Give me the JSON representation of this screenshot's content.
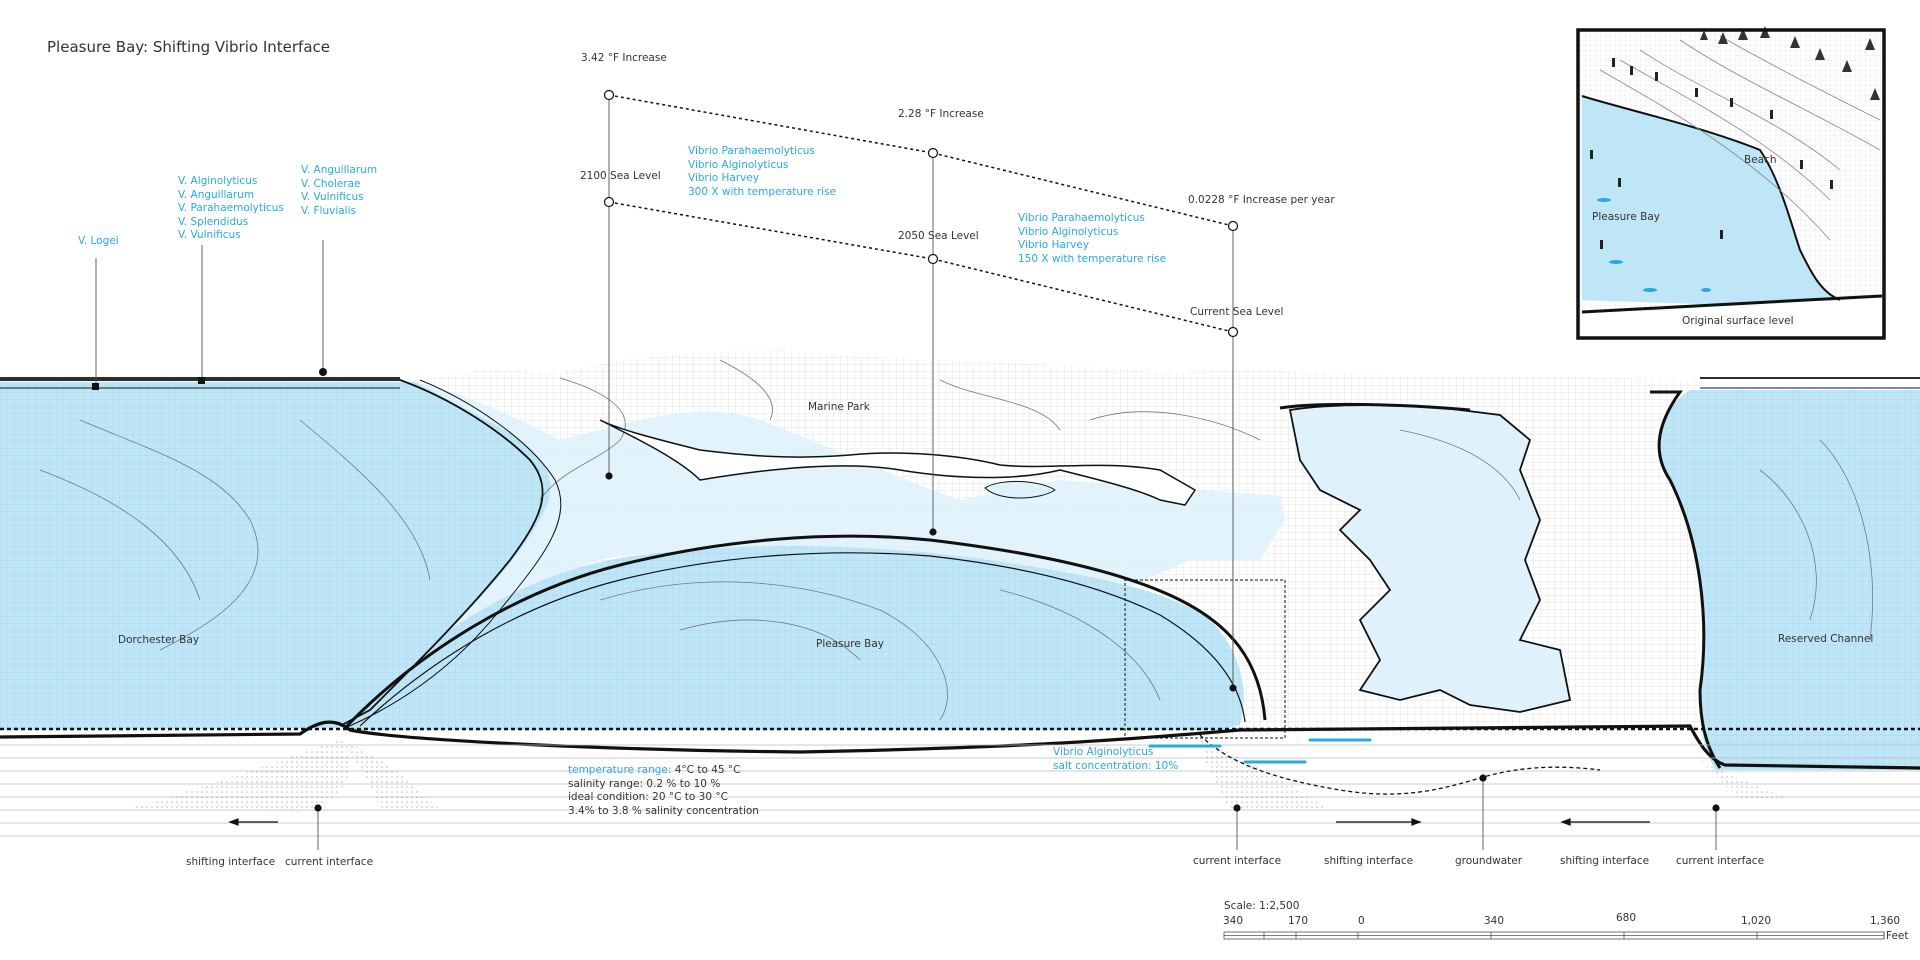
{
  "title": "Pleasure Bay: Shifting Vibrio Interface",
  "colors": {
    "water": "#bfe6f6",
    "water_light": "#dff2fb",
    "accent": "#2aa9e0",
    "ink": "#111111"
  },
  "sea_levels": [
    {
      "level": "2100 Sea Level",
      "increase": "3.42 °F Increase"
    },
    {
      "level": "2050 Sea Level",
      "increase": "2.28 °F Increase"
    },
    {
      "level": "Current Sea Level",
      "increase": "0.0228 °F Increase per year"
    }
  ],
  "species_callouts": {
    "logei": [
      "V. Logei"
    ],
    "group1": [
      "V. Alginolyticus",
      "V. Anguillarum",
      "V. Parahaemolyticus",
      "V. Splendidus",
      "V. Vulnificus"
    ],
    "group2": [
      "V. Anguillarum",
      "V. Cholerae",
      "V. Vulnificus",
      "V. Fluvialis"
    ],
    "sea2100": [
      "Vibrio Parahaemolyticus",
      "Vibrio Alginolyticus",
      "Vibrio Harvey",
      "300 X with temperature rise"
    ],
    "sea2050": [
      "Vibrio Parahaemolyticus",
      "Vibrio Alginolyticus",
      "Vibrio Harvey",
      "150 X with temperature rise"
    ]
  },
  "places": {
    "marine_park": "Marine Park",
    "dorchester_bay": "Dorchester Bay",
    "pleasure_bay": "Pleasure Bay",
    "reserved_channel": "Reserved Channel"
  },
  "conditions": {
    "temp_label": "temperature range: ",
    "temp_value": "4°C to 45 °C",
    "salinity": "salinity range: 0.2 % to 10 %",
    "ideal": "ideal condition: 20 °C to 30 °C",
    "concentration": "3.4% to 3.8 % salinity concentration"
  },
  "alginolyticus_note": [
    "Vibrio Alginolyticus",
    "salt concentration: 10%"
  ],
  "bottom_labels": {
    "left_shifting": "shifting interface",
    "left_current": "current interface",
    "right_current_1": "current interface",
    "right_shifting_1": "shifting interface",
    "groundwater": "groundwater",
    "right_shifting_2": "shifting interface",
    "right_current_2": "current interface"
  },
  "inset": {
    "beach": "Beach",
    "bay": "Pleasure Bay",
    "caption": "Original surface level"
  },
  "scale": {
    "label": "Scale: 1:2,500",
    "ticks": [
      "340",
      "170",
      "0",
      "340",
      "680",
      "1,020",
      "1,360"
    ],
    "unit": "Feet"
  }
}
